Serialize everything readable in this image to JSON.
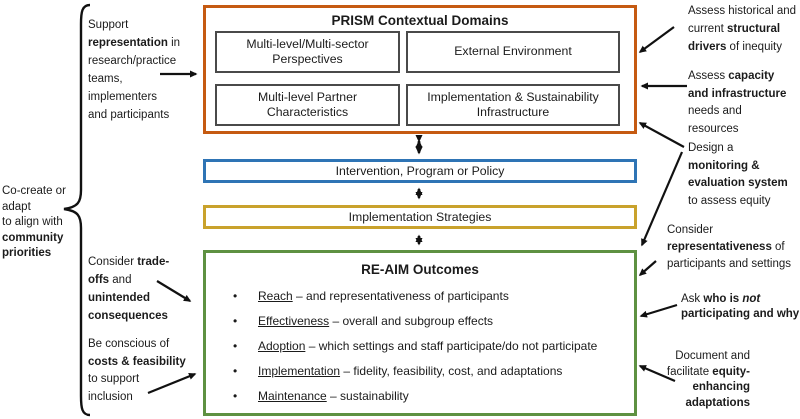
{
  "diagram": {
    "prism": {
      "title": "PRISM Contextual Domains",
      "cells": [
        "Multi-level/Multi-sector Perspectives",
        "External Environment",
        "Multi-level Partner Characteristics",
        "Implementation & Sustainability Infrastructure"
      ]
    },
    "intervention_label": "Intervention, Program or Policy",
    "strategies_label": "Implementation Strategies",
    "reaim": {
      "title": "RE-AIM Outcomes",
      "bullets": [
        {
          "runs": [
            {
              "t": "Reach",
              "u": true
            },
            {
              "t": " – and representativeness of participants"
            }
          ]
        },
        {
          "runs": [
            {
              "t": "Effectiveness",
              "u": true
            },
            {
              "t": " – overall and subgroup effects"
            }
          ]
        },
        {
          "runs": [
            {
              "t": "Adoption",
              "u": true
            },
            {
              "t": " – which settings and staff participate/do not participate"
            }
          ]
        },
        {
          "runs": [
            {
              "t": "Implementation",
              "u": true
            },
            {
              "t": " – fidelity, feasibility, cost, and adaptations"
            }
          ]
        },
        {
          "runs": [
            {
              "t": "Maintenance",
              "u": true
            },
            {
              "t": " – sustainability"
            }
          ]
        }
      ]
    },
    "colors": {
      "prism_border": "#C55A11",
      "intervention_border": "#2E74B5",
      "strategies_border": "#C9A22C",
      "reaim_border": "#5E9141",
      "inner_cell_border": "#4A4A4A",
      "arrow": "#111111"
    }
  },
  "annotations": {
    "left": {
      "support": {
        "runs": [
          {
            "t": "Support\n"
          },
          {
            "t": "representation",
            "b": true
          },
          {
            "t": " in\nresearch/practice\nteams,\nimplementers\nand participants"
          }
        ]
      },
      "cocreate": {
        "runs": [
          {
            "t": "Co-create or\nadapt\nto align with\n"
          },
          {
            "t": "community\npriorities",
            "b": true
          }
        ]
      },
      "tradeoffs": {
        "runs": [
          {
            "t": "Consider "
          },
          {
            "t": "trade-\noffs",
            "b": true
          },
          {
            "t": " and\n"
          },
          {
            "t": "unintended\nconsequences",
            "b": true
          }
        ]
      },
      "costs": {
        "runs": [
          {
            "t": "Be conscious of\n"
          },
          {
            "t": "costs & feasibility",
            "b": true
          },
          {
            "t": "\nto support\ninclusion"
          }
        ]
      }
    },
    "right": {
      "historical": {
        "runs": [
          {
            "t": "Assess historical and\ncurrent "
          },
          {
            "t": "structural\ndrivers",
            "b": true
          },
          {
            "t": " of inequity"
          }
        ]
      },
      "capacity": {
        "runs": [
          {
            "t": "Assess "
          },
          {
            "t": "capacity\nand infrastructure",
            "b": true
          },
          {
            "t": "\nneeds and\nresources"
          }
        ]
      },
      "design": {
        "runs": [
          {
            "t": "Design a\n"
          },
          {
            "t": "monitoring &\nevaluation system",
            "b": true
          },
          {
            "t": "\nto assess equity"
          }
        ]
      },
      "representativeness": {
        "runs": [
          {
            "t": "Consider\n"
          },
          {
            "t": "representativeness",
            "b": true
          },
          {
            "t": " of\nparticipants and settings"
          }
        ]
      },
      "ask": {
        "runs": [
          {
            "t": "Ask "
          },
          {
            "t": "who is ",
            "b": true
          },
          {
            "t": "not",
            "b": true,
            "i": true
          },
          {
            "t": "\n"
          },
          {
            "t": "participating and why",
            "b": true
          }
        ]
      },
      "document": {
        "runs": [
          {
            "t": "Document and\nfacilitate "
          },
          {
            "t": "equity-\nenhancing\nadaptations",
            "b": true
          }
        ]
      }
    }
  }
}
